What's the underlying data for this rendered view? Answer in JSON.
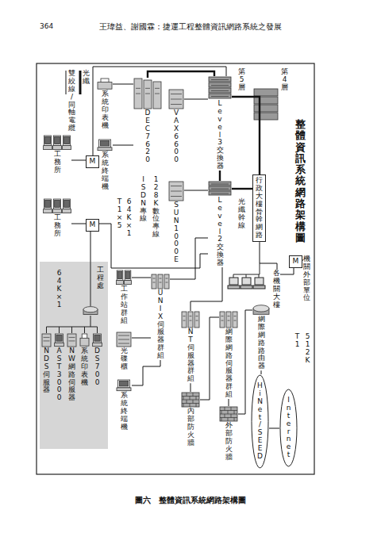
{
  "diagram": {
    "title": "整體資訊系統網路架構圖",
    "caption": "圖六　整體資訊系統網路架構圖",
    "nodes": [
      {
        "text": [
          "DEC7620"
        ]
      },
      {
        "text": [
          "系統印表機"
        ]
      },
      {
        "text": [
          "系統終端機"
        ]
      },
      {
        "text": [
          "VAX6600"
        ]
      },
      {
        "text": [
          "SUN1000E"
        ]
      },
      {
        "text": [
          "工務所"
        ]
      },
      {
        "text": [
          "工務所"
        ]
      },
      {
        "text": [
          "工程處"
        ]
      },
      {
        "text": [
          "NDS伺服器"
        ],
        "in": 7
      },
      {
        "text": [
          "AST3000"
        ],
        "in": 7
      },
      {
        "text": [
          "NW網路伺服器"
        ],
        "in": 7
      },
      {
        "text": [
          "系統印表機"
        ],
        "in": 7
      },
      {
        "text": [
          "DS700"
        ],
        "in": 7
      },
      {
        "text": [
          "工作站群組"
        ]
      },
      {
        "text": [
          "光碟櫃"
        ]
      },
      {
        "text": [
          "系統終端機"
        ]
      },
      {
        "text": [
          "UNIX伺服器群組"
        ]
      },
      {
        "text": [
          "Level3交換器"
        ]
      },
      {
        "text": [
          "Level2交換器"
        ]
      },
      {
        "text": [
          "行政大樓骨幹網路"
        ]
      },
      {
        "text": [
          "各機關大樓"
        ]
      },
      {
        "text": [
          "M"
        ]
      },
      {
        "text": [
          "機關外部單位"
        ]
      },
      {
        "text": [
          "NT伺服器群組"
        ]
      },
      {
        "text": [
          "內部防火牆"
        ]
      },
      {
        "text": [
          "網際網路伺服器群組"
        ]
      },
      {
        "text": [
          "外部防火牆"
        ]
      },
      {
        "text": [
          "網際網路路由器"
        ]
      },
      {
        "text": [
          "HiNet/SEED"
        ]
      },
      {
        "text": [
          "Internet"
        ]
      },
      {
        "text": [
          "M"
        ]
      },
      {
        "text": [
          "M"
        ]
      }
    ],
    "edges": [
      {
        "from": 0,
        "to": 17,
        "arrow": "none"
      },
      {
        "from": 3,
        "to": 17,
        "arrow": "none"
      },
      {
        "from": 4,
        "to": 18,
        "arrow": "none"
      },
      {
        "from": 1,
        "to": 0,
        "arrow": "none"
      },
      {
        "from": 2,
        "to": 0,
        "arrow": "none"
      },
      {
        "from": 17,
        "to": 18,
        "arrow": "none"
      },
      {
        "from": 17,
        "to": 19,
        "arrow": "none"
      },
      {
        "from": 18,
        "to": 19,
        "arrow": "none"
      },
      {
        "from": 19,
        "to": 20,
        "arrow": "none"
      },
      {
        "from": 20,
        "to": 21,
        "arrow": "none"
      },
      {
        "from": 21,
        "to": 22,
        "arrow": "none"
      },
      {
        "from": 18,
        "to": 23,
        "arrow": "none"
      },
      {
        "from": 16,
        "to": 18,
        "arrow": "none"
      },
      {
        "from": 23,
        "to": 24,
        "arrow": "none"
      },
      {
        "from": 24,
        "to": 25,
        "arrow": "none"
      },
      {
        "from": 25,
        "to": 26,
        "arrow": "none"
      },
      {
        "from": 26,
        "to": 27,
        "arrow": "none"
      },
      {
        "from": 27,
        "to": 28,
        "arrow": "none"
      },
      {
        "from": 28,
        "to": 29,
        "arrow": "none"
      },
      {
        "from": 5,
        "to": 30,
        "arrow": "none"
      },
      {
        "from": 30,
        "to": 17,
        "arrow": "none"
      },
      {
        "from": 6,
        "to": 31,
        "arrow": "none"
      },
      {
        "from": 31,
        "to": 18,
        "arrow": "none"
      },
      {
        "from": 7,
        "to": 31,
        "arrow": "none"
      },
      {
        "from": 13,
        "to": 16,
        "arrow": "none"
      },
      {
        "from": 14,
        "to": 16,
        "arrow": "none"
      },
      {
        "from": 15,
        "to": 16,
        "arrow": "none"
      }
    ],
    "labels": [
      "364",
      "王瑋益、謝國霖：捷運工程整體資訊網路系統之發展",
      "第4層",
      "第5層",
      "光纖幹線",
      "128K數位專線",
      "ISDN專線",
      "T1×5",
      "64K×1",
      "64K×1",
      "T1",
      "512K"
    ],
    "legend": [
      {
        "text": "光纖"
      },
      {
        "text": "雙絞線/同軸電纜"
      }
    ]
  }
}
